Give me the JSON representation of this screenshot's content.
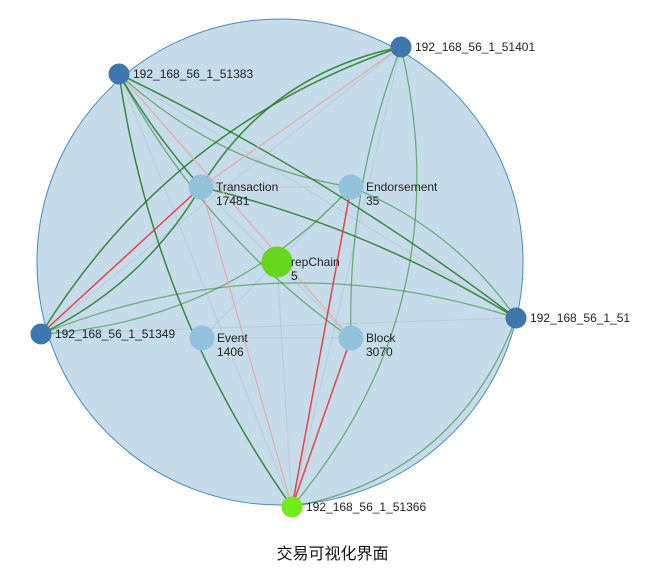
{
  "caption": "交易可视化界面",
  "colors": {
    "circle_fill": "#c6dcea",
    "circle_stroke": "#4a88bf",
    "peer_node": "#3e77ad",
    "active_peer": "#73ea19",
    "center_node": "#66d61f",
    "category_node": "#93c3dc",
    "edge_green": "#2d8c2d",
    "edge_red": "#e8333a",
    "edge_pink": "#e8a8a8"
  },
  "peers": [
    {
      "id": "p51401",
      "label": "192_168_56_1_51401",
      "active": false
    },
    {
      "id": "p51383",
      "label": "192_168_56_1_51383",
      "active": false
    },
    {
      "id": "p51",
      "label": "192_168_56_1_51",
      "active": false
    },
    {
      "id": "p51349",
      "label": "192_168_56_1_51349",
      "active": false
    },
    {
      "id": "p51366",
      "label": "192_168_56_1_51366",
      "active": true
    }
  ],
  "categories": [
    {
      "id": "transaction",
      "label": "Transaction",
      "count": "17481"
    },
    {
      "id": "endorsement",
      "label": "Endorsement",
      "count": "35"
    },
    {
      "id": "block",
      "label": "Block",
      "count": "3070"
    },
    {
      "id": "event",
      "label": "Event",
      "count": "1406"
    }
  ],
  "center": {
    "id": "repchain",
    "label": "repChain",
    "count": "5"
  }
}
